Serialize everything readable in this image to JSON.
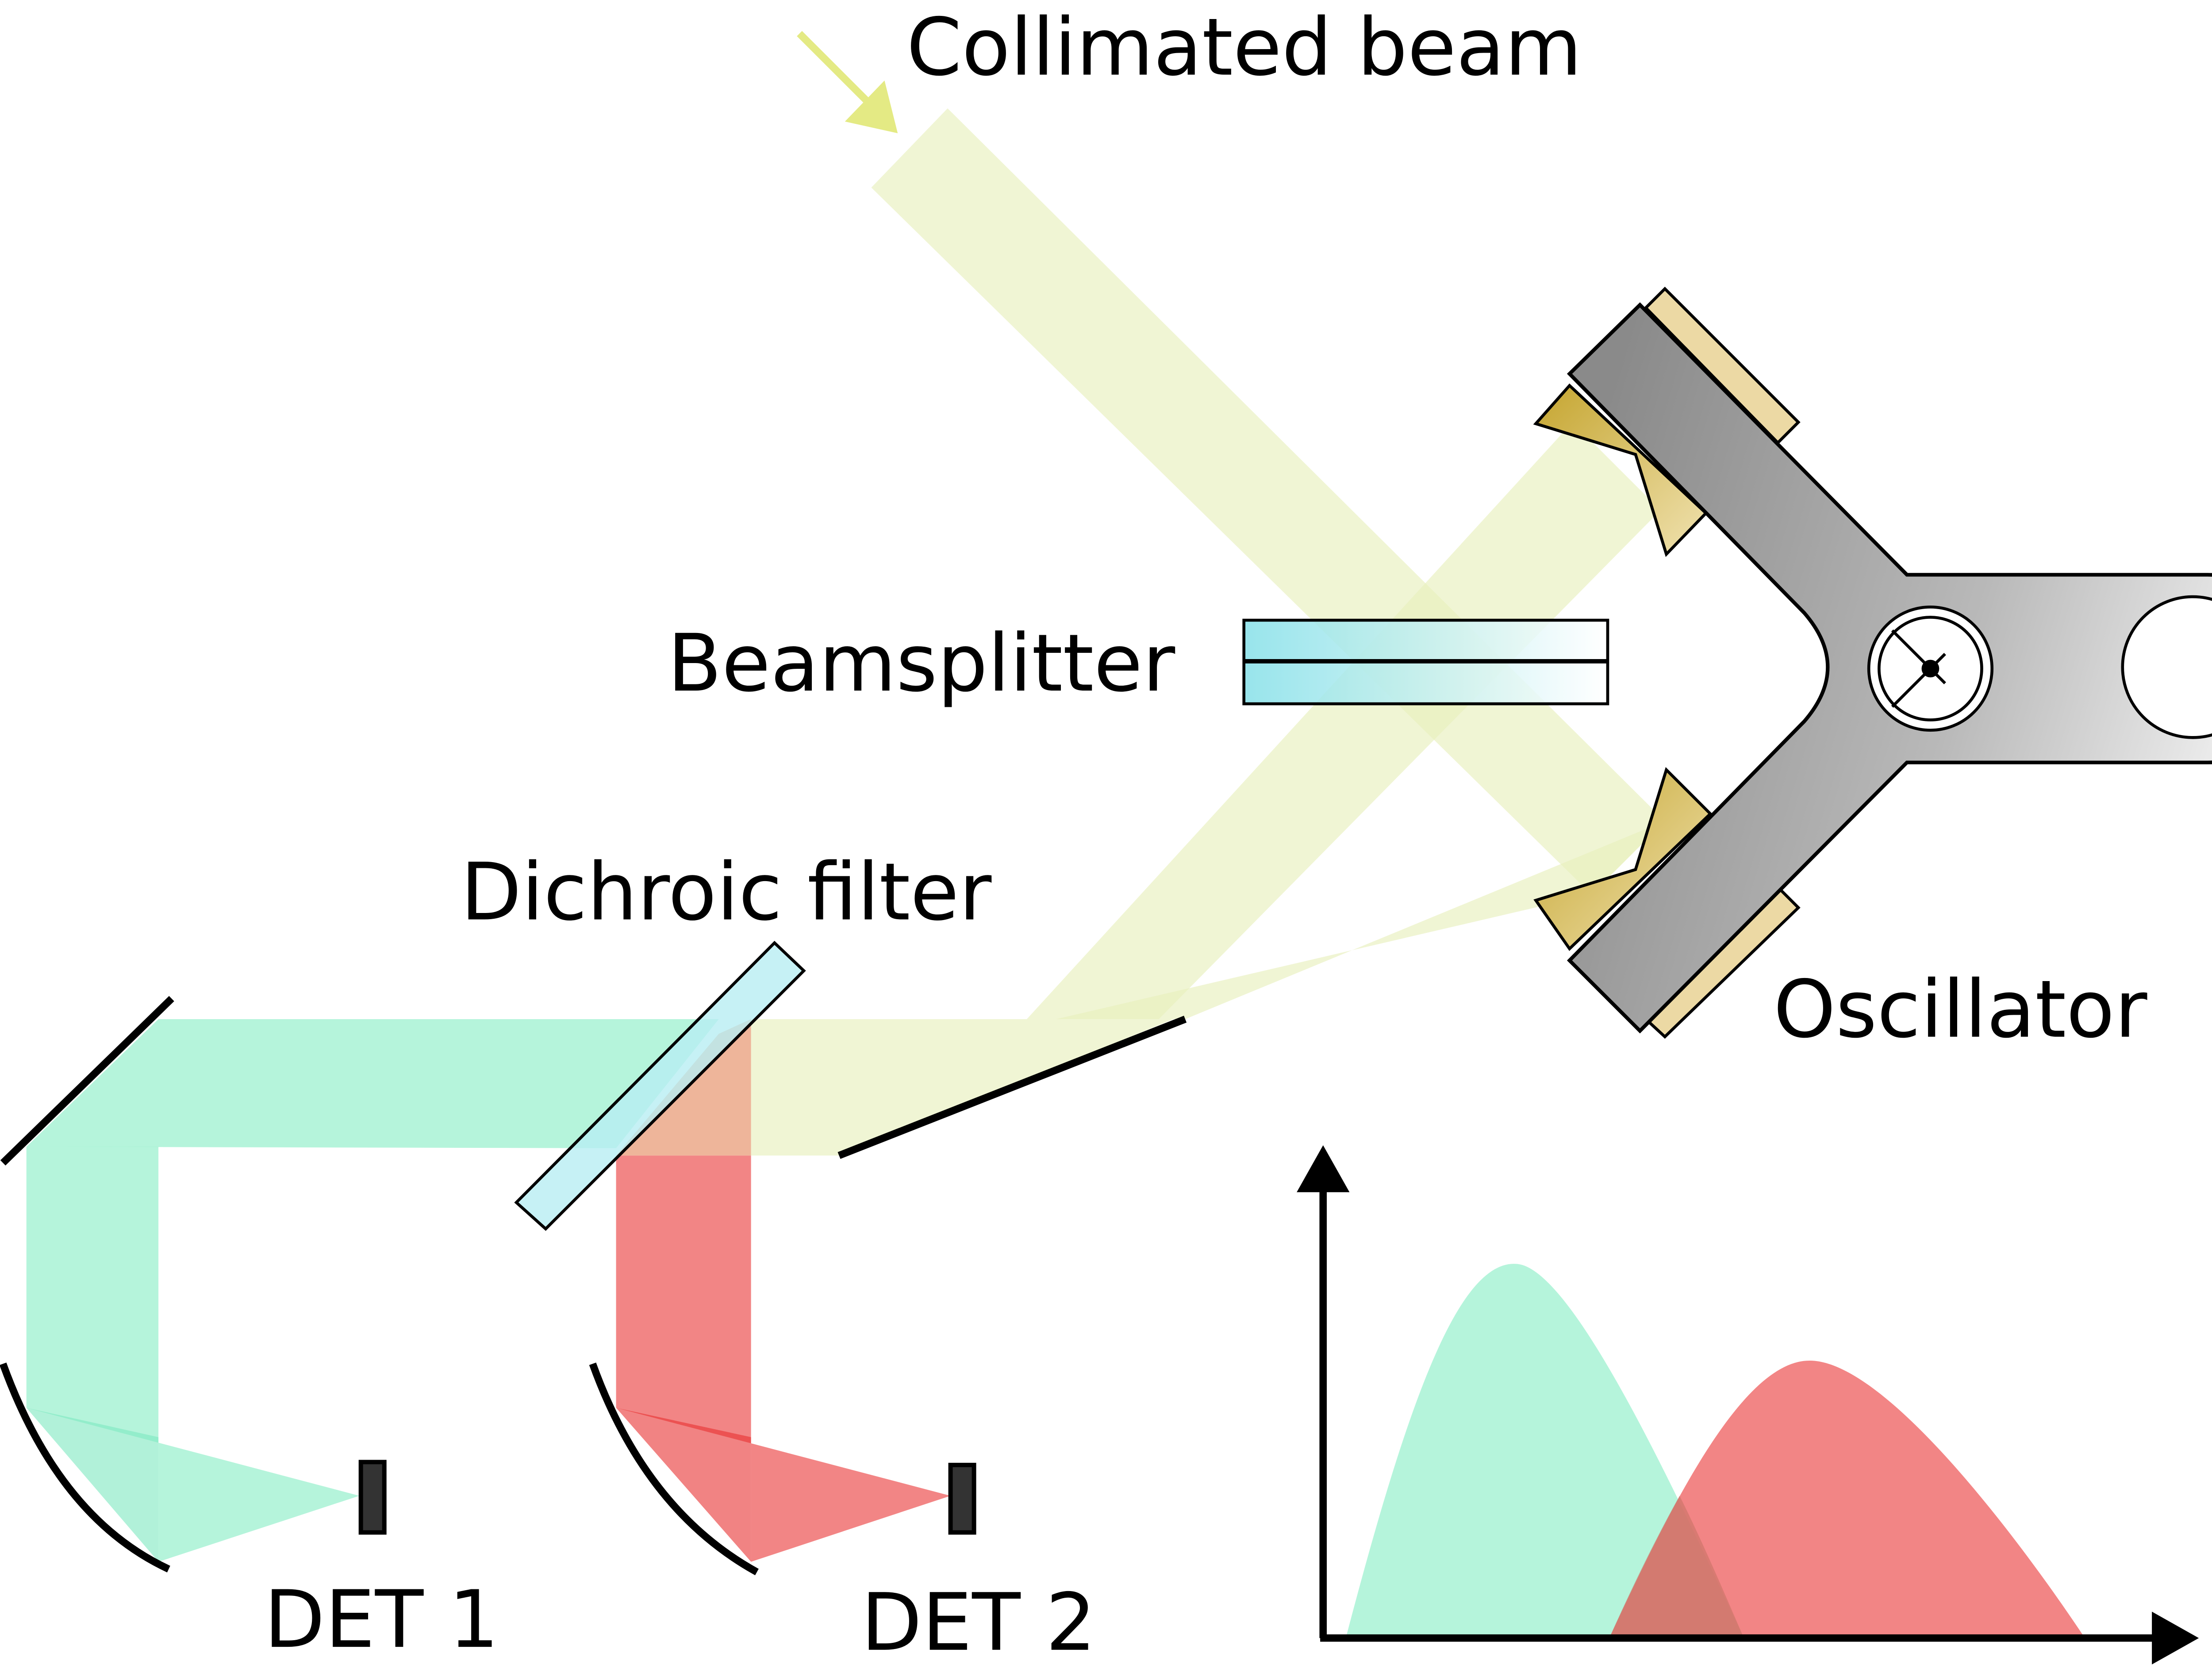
{
  "labels": {
    "collimated_beam": "Collimated beam",
    "beamsplitter": "Beamsplitter",
    "dichroic_filter": "Dichroic filter",
    "oscillator": "Oscillator",
    "det1": "DET 1",
    "det2": "DET 2"
  },
  "colors": {
    "beam_yellow": "#eef3c9",
    "beam_green": "#9cf0cf",
    "beam_red": "#f07070",
    "beamsplitter_cyan": "#86e0e8",
    "dichroic": "#b8eef2",
    "gold": "#c8a93a",
    "gold_pale": "#ecd9a4",
    "arrow_yellow": "#e4ea84"
  }
}
